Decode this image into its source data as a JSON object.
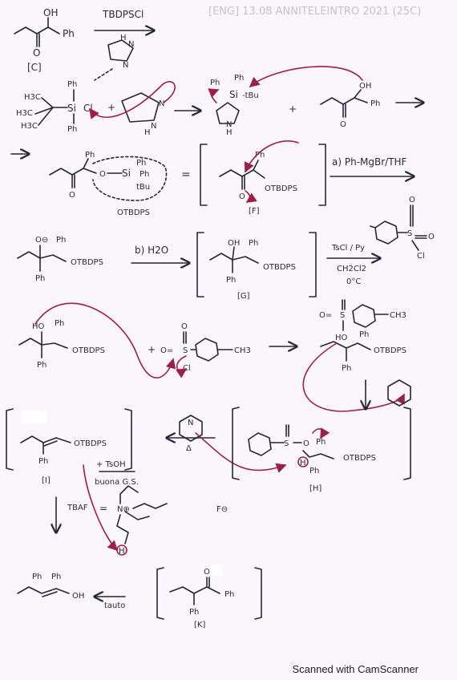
{
  "header": {
    "faint_title": "[ENG] 13.08 ANNITELEINTRO 2021 (25C)"
  },
  "step1": {
    "oh": "OH",
    "ph": "Ph",
    "o": "O",
    "label": "[C]",
    "reagent": "TBDPSCl",
    "imid_h": "H",
    "imid_n": "N"
  },
  "step2": {
    "h3c1": "H3C",
    "h3c2": "H3C",
    "h3c3": "H3C",
    "ph_top": "Ph",
    "si": "Si",
    "cl": "Cl",
    "ph_bot": "Ph",
    "plus": "+",
    "n1": "N",
    "nh": "N",
    "h": "H",
    "prod_ph1": "Ph",
    "prod_ph2": "Ph",
    "prod_si": "Si",
    "prod_tbu": "-tBu",
    "prod_n": "N",
    "prod_h": "H",
    "plus2": "+",
    "ketol_oh": "OH",
    "ketol_ph": "Ph",
    "ketol_o": "O"
  },
  "step3": {
    "ph": "Ph",
    "o_link": "O",
    "si": "Si",
    "ph2": "Ph",
    "ph3": "Ph",
    "tbu": "tBu",
    "otbdps": "OTBDPS",
    "eq": "=",
    "o": "O",
    "f_label": "[F]",
    "f_otbdps": "OTBDPS",
    "f_o": "O",
    "reagent_a": "a) Ph-MgBr/THF"
  },
  "step4": {
    "o_minus": "O⊖",
    "ph1": "Ph",
    "ph2": "Ph",
    "otbdps": "OTBDPS",
    "reagent_b": "b) H2O",
    "g_oh": "OH",
    "g_ph1": "Ph",
    "g_ph2": "Ph",
    "g_otbdps": "OTBDPS",
    "g_label": "[G]",
    "reagent_tscl": "TsCl / Py",
    "solvent": "CH2Cl2",
    "temp": "0°C",
    "ts_s": "S",
    "ts_o1": "O",
    "ts_o2": "O",
    "ts_cl": "Cl"
  },
  "step5": {
    "ho": "HO",
    "ph1": "Ph",
    "ph2": "Ph",
    "otbdps": "OTBDPS",
    "plus": "+",
    "o": "O=",
    "s": "S",
    "ch3": "CH3",
    "o_top": "O",
    "cl_minus": "Cl",
    "right_o": "O=",
    "right_s": "S",
    "right_ch3": "CH3",
    "right_ho": "HO",
    "right_ph": "Ph",
    "right_ph2": "Ph",
    "right_otbdps": "OTBDPS"
  },
  "step6": {
    "i_ph": "Ph",
    "i_otbdps": "OTBDPS",
    "i_label": "[I]",
    "tsoh": "+ TsOH",
    "leaving": "buona G.S.",
    "h_label": "[H]",
    "h_ph": "Ph",
    "h_ph2": "Ph",
    "h_otbdps": "OTBDPS",
    "h_o": "O",
    "h_s": "S",
    "h_h": "H",
    "delta": "Δ",
    "py_n": "N"
  },
  "step7": {
    "tbaf": "TBAF",
    "eq": "=",
    "n_plus": "N⊕",
    "f_minus": "F⊖",
    "h": "H",
    "enol_ph1": "Ph",
    "enol_ph2": "Ph",
    "enol_oh": "OH",
    "tauto": "tauto",
    "k_o": "O",
    "k_ph": "Ph",
    "k_ph2": "Ph",
    "k_label": "[K]"
  },
  "footer": {
    "scanner": "Scanned with CamScanner"
  }
}
